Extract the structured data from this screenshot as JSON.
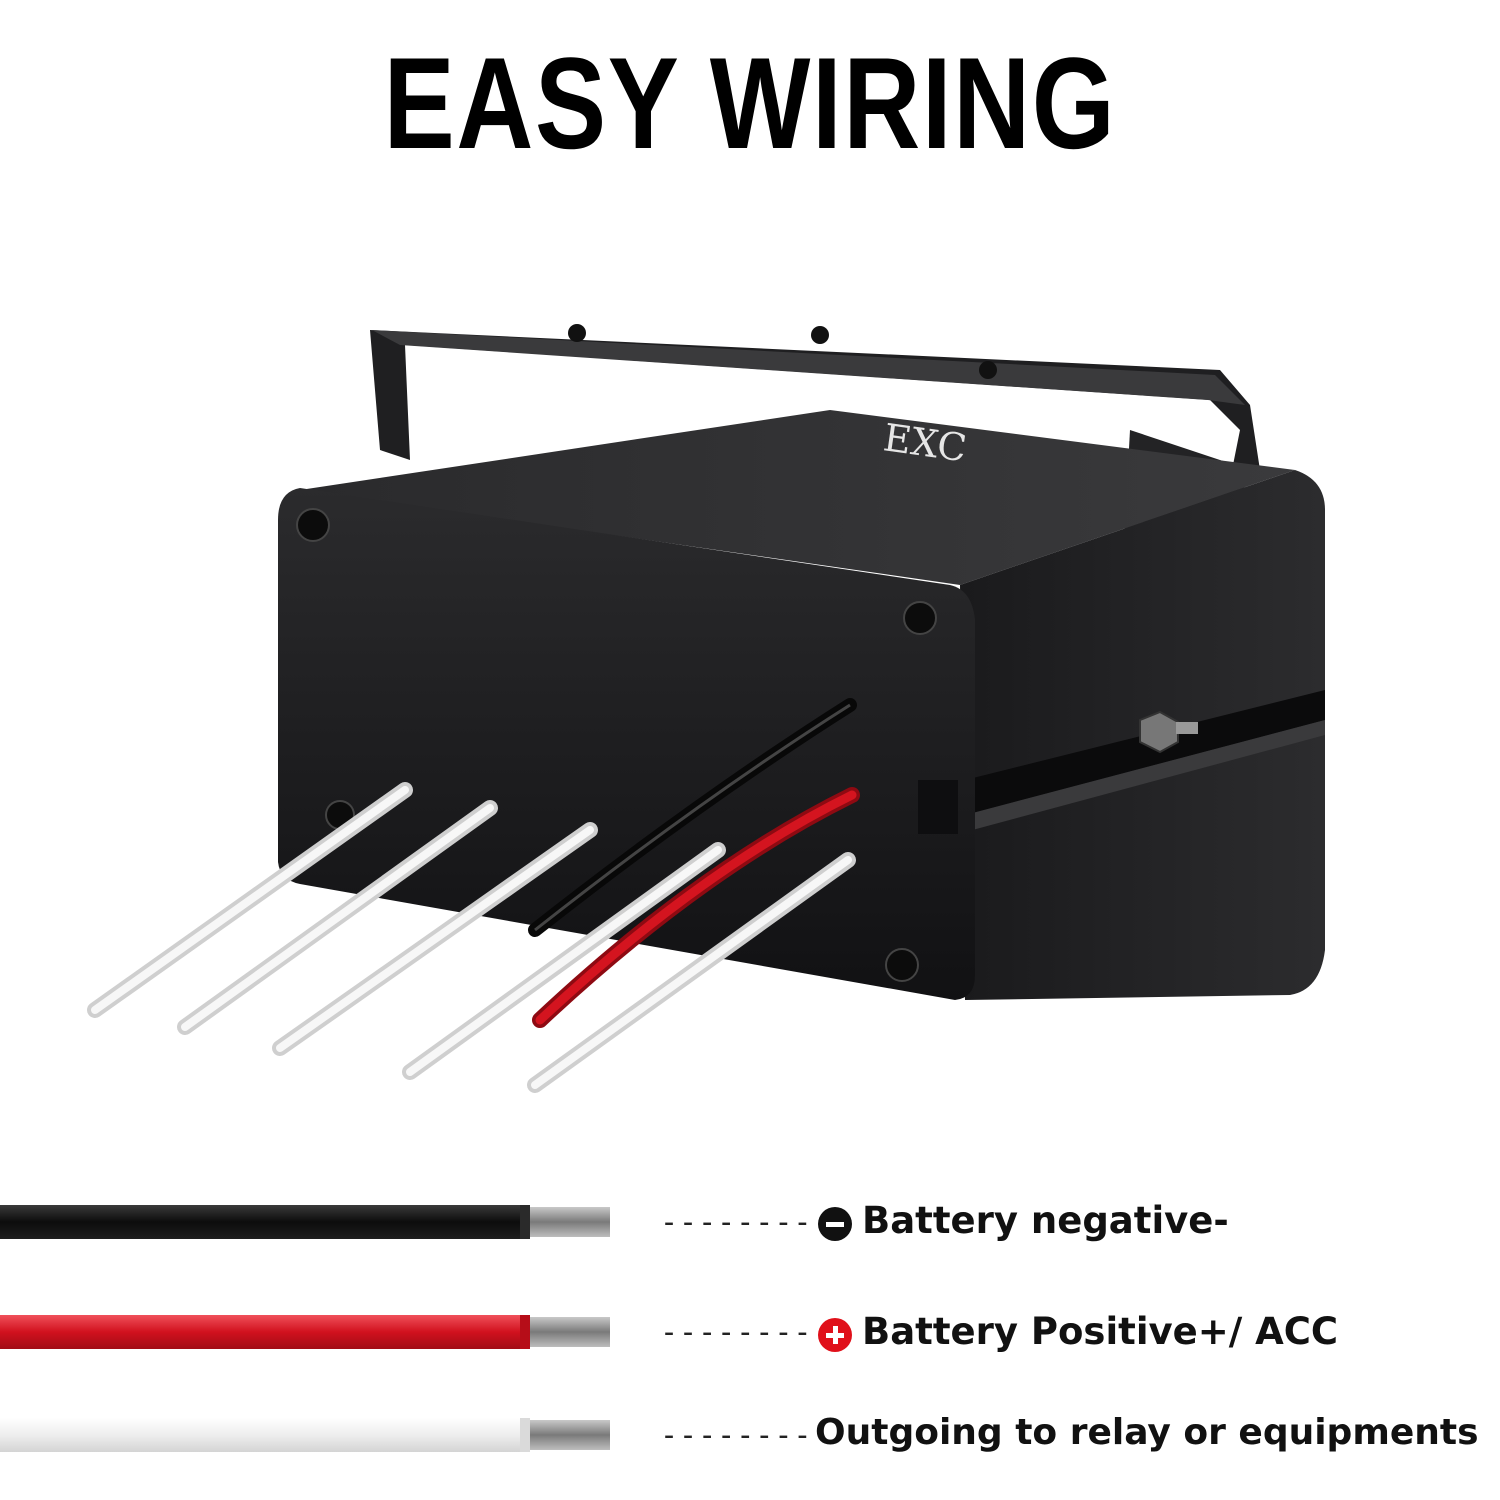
{
  "headline": "EASY WIRING",
  "product": {
    "brand_mark": "EXC",
    "body_color": "#1c1c1e",
    "wire_colors": {
      "black": "#141414",
      "red": "#c8101e",
      "white": "#ececec"
    }
  },
  "legend": {
    "dash": "--------",
    "items": [
      {
        "key": "negative",
        "icon": "minus-circle-icon",
        "icon_color": "#111111",
        "label": "Battery negative-",
        "wire_color": "#141414"
      },
      {
        "key": "positive",
        "icon": "plus-circle-icon",
        "icon_color": "#e0101a",
        "label": "Battery Positive+/ ACC",
        "wire_color": "#d7121f"
      },
      {
        "key": "outgoing",
        "icon": "",
        "icon_color": "",
        "label": "Outgoing to relay or equipments",
        "wire_color": "#f1f1f1"
      }
    ]
  }
}
